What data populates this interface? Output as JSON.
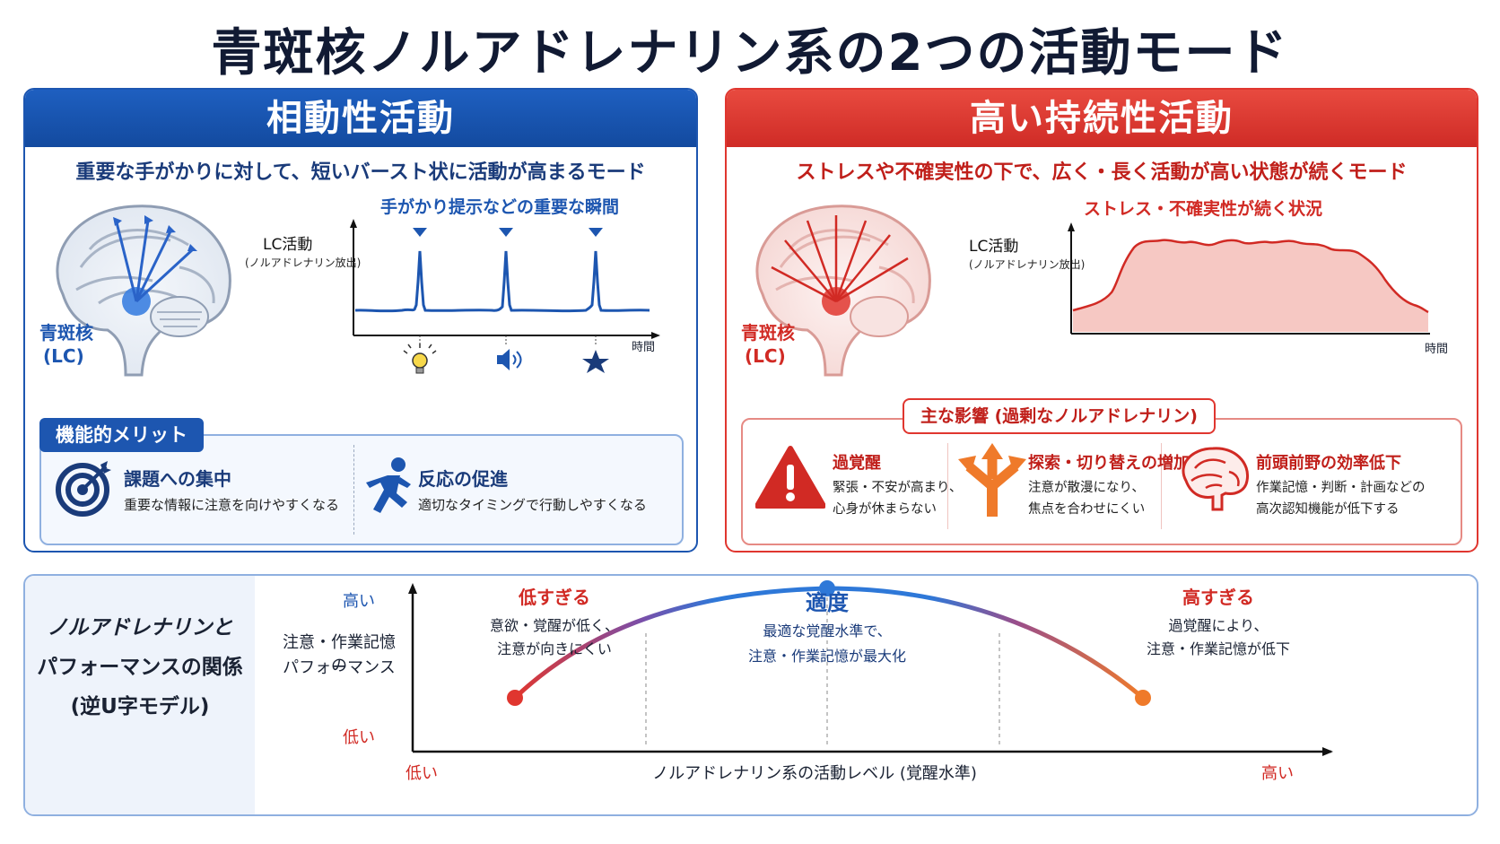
{
  "title": "青斑核ノルアドレナリン系の2つの活動モード",
  "phasic": {
    "header": "相動性活動",
    "subtitle": "重要な手がかりに対して、短いバースト状に活動が高まるモード",
    "chart_title": "手がかり提示などの重要な瞬間",
    "ylabel": "LC活動",
    "ylabel_sub": "(ノルアドレナリン放出)",
    "xlabel": "時間",
    "lc_name": "青斑核",
    "lc_abbr": "(LC)",
    "merit_tag": "機能的メリット",
    "merits": [
      {
        "title": "課題への集中",
        "desc": "重要な情報に注意を向けやすくなる",
        "icon": "target-icon"
      },
      {
        "title": "反応の促進",
        "desc": "適切なタイミングで行動しやすくなる",
        "icon": "running-person-icon"
      }
    ],
    "accent": "#1d56b0"
  },
  "tonic": {
    "header": "高い持続性活動",
    "subtitle": "ストレスや不確実性の下で、広く・長く活動が高い状態が続くモード",
    "chart_title": "ストレス・不確実性が続く状況",
    "ylabel": "LC活動",
    "ylabel_sub": "(ノルアドレナリン放出)",
    "xlabel": "時間",
    "lc_name": "青斑核",
    "lc_abbr": "(LC)",
    "effects_tag": "主な影響 (過剰なノルアドレナリン)",
    "effects": [
      {
        "title": "過覚醒",
        "desc1": "緊張・不安が高まり、",
        "desc2": "心身が休まらない",
        "icon": "warning-icon"
      },
      {
        "title": "探索・切り替えの増加",
        "desc1": "注意が散漫になり、",
        "desc2": "焦点を合わせにくい",
        "icon": "branching-arrows-icon"
      },
      {
        "title": "前頭前野の効率低下",
        "desc1": "作業記憶・判断・計画などの",
        "desc2": "高次認知機能が低下する",
        "icon": "brain-icon"
      }
    ],
    "accent": "#e0362f"
  },
  "bottom": {
    "left_line1": "ノルアドレナリンと",
    "left_line2": "パフォーマンスの関係",
    "left_line3": "(逆U字モデル)",
    "y_high": "高い",
    "y_low": "低い",
    "ylabel_line1": "注意・作業記憶の",
    "ylabel_line2": "パフォーマンス",
    "x_low": "低い",
    "x_high": "高い",
    "xlabel": "ノルアドレナリン系の活動レベル (覚醒水準)",
    "zones": [
      {
        "title": "低すぎる",
        "line1": "意欲・覚醒が低く、",
        "line2": "注意が向きにくい"
      },
      {
        "title": "適度",
        "line1": "最適な覚醒水準で、",
        "line2": "注意・作業記憶が最大化"
      },
      {
        "title": "高すぎる",
        "line1": "過覚醒により、",
        "line2": "注意・作業記憶が低下"
      }
    ]
  }
}
